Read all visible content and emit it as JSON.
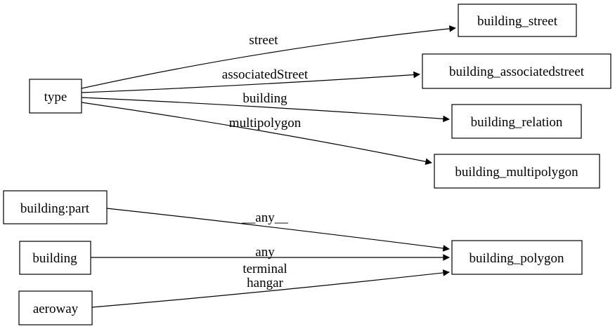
{
  "diagram": {
    "type": "directed-graph",
    "colors": {
      "background": "#ffffff",
      "node_fill": "#ffffff",
      "stroke": "#000000",
      "text": "#000000"
    },
    "nodes": {
      "type": {
        "label": "type"
      },
      "building_street": {
        "label": "building_street"
      },
      "building_associatedstreet": {
        "label": "building_associatedstreet"
      },
      "building_relation": {
        "label": "building_relation"
      },
      "building_multipolygon": {
        "label": "building_multipolygon"
      },
      "building_part": {
        "label": "building:part"
      },
      "building": {
        "label": "building"
      },
      "aeroway": {
        "label": "aeroway"
      },
      "building_polygon": {
        "label": "building_polygon"
      }
    },
    "edges": [
      {
        "from": "type",
        "to": "building_street",
        "label": "street"
      },
      {
        "from": "type",
        "to": "building_associatedstreet",
        "label": "associatedStreet"
      },
      {
        "from": "type",
        "to": "building_relation",
        "label": "building"
      },
      {
        "from": "type",
        "to": "building_multipolygon",
        "label": "multipolygon"
      },
      {
        "from": "building:part",
        "to": "building_polygon",
        "label": "__any__"
      },
      {
        "from": "building",
        "to": "building_polygon",
        "label": "__any__"
      },
      {
        "from": "aeroway",
        "to": "building_polygon",
        "label": "terminal"
      },
      {
        "from": "aeroway",
        "to": "building_polygon",
        "label": "hangar"
      }
    ]
  }
}
